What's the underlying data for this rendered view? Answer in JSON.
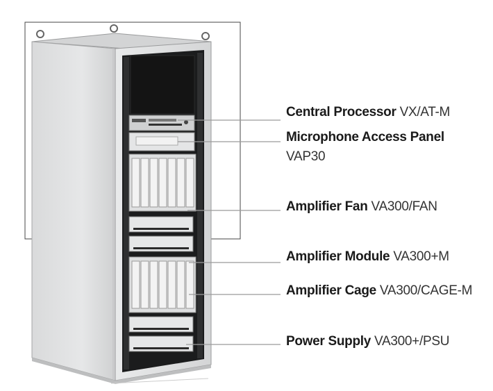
{
  "callouts": [
    {
      "name": "Central Processor",
      "model": "VX/AT-M"
    },
    {
      "name": "Microphone Access Panel",
      "model": "VAP30"
    },
    {
      "name": "Amplifier Fan",
      "model": "VA300/FAN"
    },
    {
      "name": "Amplifier Module",
      "model": "VA300+M"
    },
    {
      "name": "Amplifier Cage",
      "model": "VA300/CAGE-M"
    },
    {
      "name": "Power Supply",
      "model": "VA300+/PSU"
    }
  ]
}
